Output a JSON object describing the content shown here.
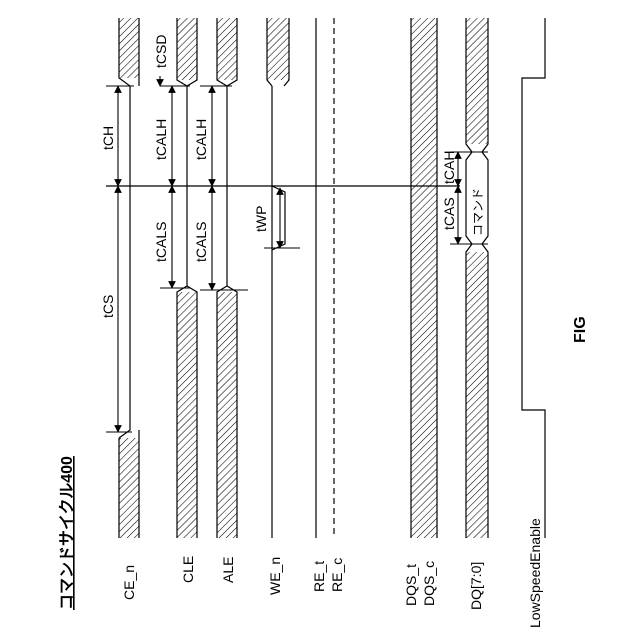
{
  "title": "コマンドサイクル400",
  "figure_label": "FIG",
  "signals": {
    "ce_n": "CE_n",
    "cle": "CLE",
    "ale": "ALE",
    "we_n": "WE_n",
    "re_t": "RE_t",
    "re_c": "RE_c",
    "dqs_t": "DQS_t",
    "dqs_c": "DQS_c",
    "dq": "DQ[7:0]",
    "low_speed_enable": "LowSpeedEnable"
  },
  "timings": {
    "tCS": "tCS",
    "tCH": "tCH",
    "tCALS_1": "tCALS",
    "tCALH_1": "tCALH",
    "tCALS_2": "tCALS",
    "tCALH_2": "tCALH",
    "tWP": "tWP",
    "tCAS": "tCAS",
    "tCAH": "tCAH",
    "tCSD": "tCSD"
  },
  "command_label": "コマンド",
  "colors": {
    "line": "#000000",
    "hatch": "#000000",
    "background": "#ffffff"
  }
}
